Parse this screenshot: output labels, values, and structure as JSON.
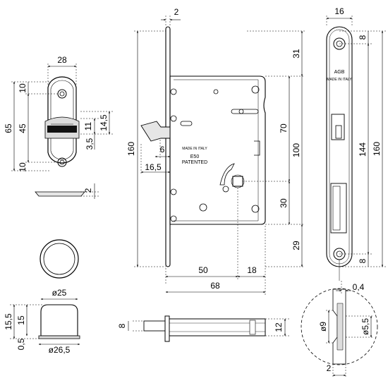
{
  "diagram": {
    "strike_plate": {
      "width": "28",
      "top_offset": "10",
      "overall_height": "65",
      "hole_spacing": "45",
      "bottom_offset": "10",
      "slot_height": "11",
      "slot_depth": "14,5",
      "slot_offset": "3,5",
      "thickness": "2"
    },
    "cover_rosette": {
      "inner_diameter": "ø25",
      "outer_diameter": "ø26,5",
      "height_total": "15,5",
      "height_body": "15",
      "base": "0,5"
    },
    "lock_body": {
      "faceplate_thickness": "2",
      "height": "160",
      "top_to_follower": "31",
      "latch_projection": "6",
      "latch_depth": "16,5",
      "follower_to_key": "70",
      "body_height": "100",
      "key_to_bottom_hole": "30",
      "bottom_margin": "29",
      "backset": "50",
      "case_offset": "18",
      "case_depth": "68",
      "label_made_in": "MADE IN ITALY",
      "label_model": "E50",
      "label_patented": "PATENTED"
    },
    "faceplate": {
      "width": "16",
      "top_margin": "8",
      "bottom_margin": "8",
      "hole_spacing": "144",
      "height": "160",
      "brand": "AGB",
      "made_in": "MADE IN ITALY"
    },
    "latch_view": {
      "projection": "8",
      "thickness": "12"
    },
    "detail": {
      "inner_diameter": "ø9",
      "outer_diameter": "ø5,5",
      "offset": "0,4",
      "thickness": "2"
    }
  }
}
